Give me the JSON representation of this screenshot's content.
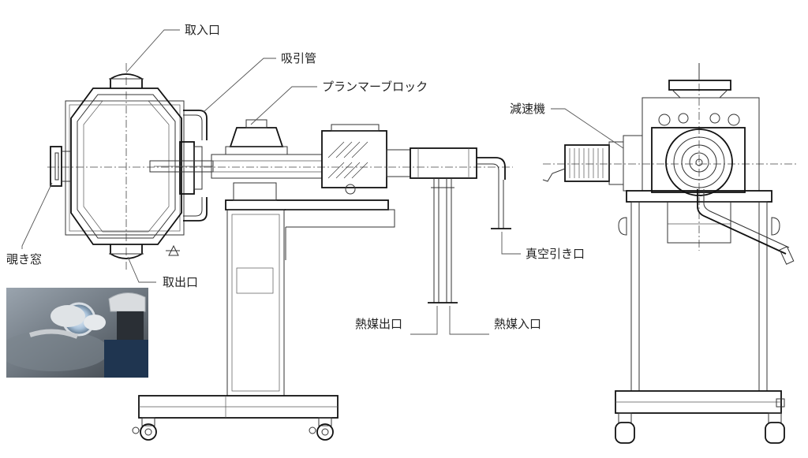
{
  "labels": {
    "intake_port": "取入口",
    "suction_pipe": "吸引管",
    "plunger_block": "プランマーブロック",
    "sight_window": "覗き窓",
    "discharge_port": "取出口",
    "reducer": "減速機",
    "vacuum_port": "真空引き口",
    "heat_medium_outlet": "熱媒出口",
    "heat_medium_inlet": "熱媒入口"
  }
}
